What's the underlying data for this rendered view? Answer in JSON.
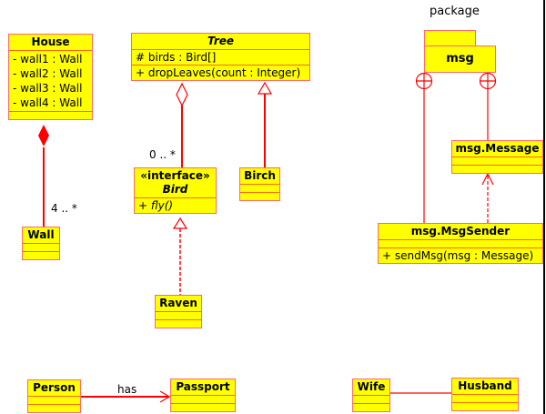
{
  "diagram": {
    "package_label": "package",
    "package_name": "msg",
    "classes": {
      "house": {
        "name": "House",
        "attributes": [
          "- wall1 : Wall",
          "- wall2 : Wall",
          "- wall3 : Wall",
          "- wall4 : Wall"
        ]
      },
      "wall": {
        "name": "Wall"
      },
      "tree": {
        "name": "Tree",
        "attributes": [
          "# birds : Bird[]"
        ],
        "operations": [
          "+ dropLeaves(count : Integer)"
        ]
      },
      "bird": {
        "stereotype": "«interface»",
        "name": "Bird",
        "operations": [
          "+ fly()"
        ]
      },
      "birch": {
        "name": "Birch"
      },
      "raven": {
        "name": "Raven"
      },
      "message": {
        "name": "msg.Message"
      },
      "msgsender": {
        "name": "msg.MsgSender",
        "operations": [
          "+ sendMsg(msg : Message)"
        ]
      },
      "person": {
        "name": "Person"
      },
      "passport": {
        "name": "Passport"
      },
      "wife": {
        "name": "Wife"
      },
      "husband": {
        "name": "Husband"
      }
    },
    "relations": {
      "house_wall_multiplicity": "4 .. *",
      "tree_bird_multiplicity": "0 .. *",
      "person_passport_label": "has"
    },
    "colors": {
      "fill": "#ffff00",
      "line": "#ff0000",
      "border": "#ff6a6a"
    }
  }
}
